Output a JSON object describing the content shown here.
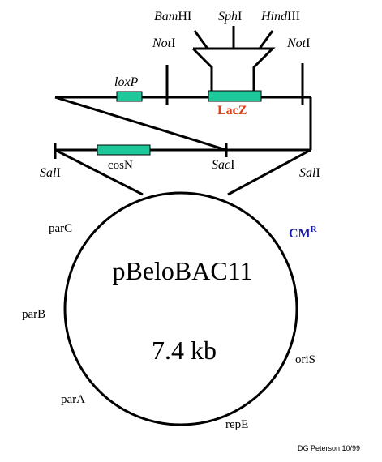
{
  "map": {
    "sites": {
      "bamhi": {
        "ital": "Bam",
        "rest": "HI"
      },
      "sphi": {
        "ital": "Sph",
        "rest": "I"
      },
      "hindiii": {
        "ital": "Hind",
        "rest": "III"
      },
      "noti_left": {
        "ital": "Not",
        "rest": "I"
      },
      "noti_right": {
        "ital": "Not",
        "rest": "I"
      },
      "sali_left": {
        "ital": "Sal",
        "rest": "I"
      },
      "saci": {
        "ital": "Sac",
        "rest": "I"
      },
      "sali_right": {
        "ital": "Sal",
        "rest": "I"
      }
    },
    "features": {
      "loxp": "loxP",
      "lacz": "LacZ",
      "cosn": "cosN"
    },
    "plasmid": {
      "name": "pBeloBAC11",
      "size": "7.4 kb"
    },
    "marker": {
      "base": "CM",
      "sup": "R"
    },
    "genes": {
      "parc": "parC",
      "parb": "parB",
      "para": "parA",
      "repe": "repE",
      "oris": "oriS"
    },
    "credit": "DG Peterson 10/99"
  },
  "colors": {
    "line": "#000000",
    "box_fill": "#1ec89a",
    "lacz_label": "#e0401b",
    "marker_label": "#1a1aa8"
  }
}
